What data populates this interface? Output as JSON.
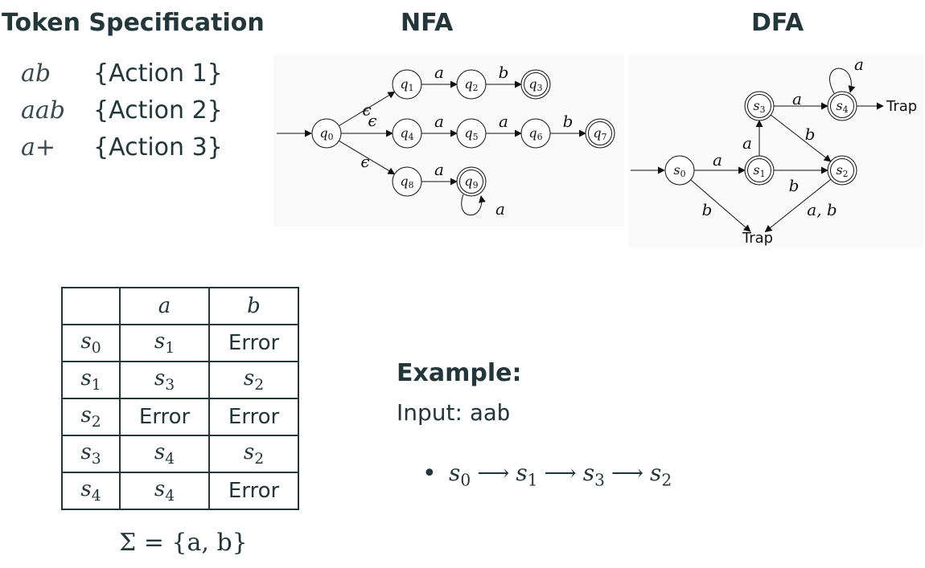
{
  "headings": {
    "token_spec": "Token Specification",
    "nfa": "NFA",
    "dfa": "DFA"
  },
  "token_spec": [
    {
      "pattern": "ab",
      "action": "{Action 1}"
    },
    {
      "pattern": "aab",
      "action": "{Action 2}"
    },
    {
      "pattern": "a+",
      "action": "{Action 3}"
    }
  ],
  "nfa": {
    "states": [
      "q0",
      "q1",
      "q2",
      "q3",
      "q4",
      "q5",
      "q6",
      "q7",
      "q8",
      "q9"
    ],
    "accepting": [
      "q3",
      "q7",
      "q9"
    ],
    "start": "q0",
    "transitions": [
      {
        "from": "q0",
        "to": "q1",
        "label": "ϵ"
      },
      {
        "from": "q0",
        "to": "q4",
        "label": "ϵ"
      },
      {
        "from": "q0",
        "to": "q8",
        "label": "ϵ"
      },
      {
        "from": "q1",
        "to": "q2",
        "label": "a"
      },
      {
        "from": "q2",
        "to": "q3",
        "label": "b"
      },
      {
        "from": "q4",
        "to": "q5",
        "label": "a"
      },
      {
        "from": "q5",
        "to": "q6",
        "label": "a"
      },
      {
        "from": "q6",
        "to": "q7",
        "label": "b"
      },
      {
        "from": "q8",
        "to": "q9",
        "label": "a"
      },
      {
        "from": "q9",
        "to": "q9",
        "label": "a"
      }
    ]
  },
  "dfa": {
    "states": [
      "s0",
      "s1",
      "s2",
      "s3",
      "s4"
    ],
    "accepting": [
      "s1",
      "s2",
      "s3",
      "s4"
    ],
    "start": "s0",
    "trap_label": "Trap",
    "transitions": [
      {
        "from": "s0",
        "to": "s1",
        "label": "a"
      },
      {
        "from": "s0",
        "to": "Trap",
        "label": "b"
      },
      {
        "from": "s1",
        "to": "s3",
        "label": "a"
      },
      {
        "from": "s1",
        "to": "s2",
        "label": "b"
      },
      {
        "from": "s3",
        "to": "s4",
        "label": "a"
      },
      {
        "from": "s3",
        "to": "s2",
        "label": "b"
      },
      {
        "from": "s4",
        "to": "s4",
        "label": "a"
      },
      {
        "from": "s4",
        "to": "Trap",
        "label": ""
      },
      {
        "from": "s2",
        "to": "Trap",
        "label": "a, b"
      }
    ]
  },
  "table": {
    "columns": [
      "",
      "a",
      "b"
    ],
    "rows": [
      {
        "state": "s0",
        "a": "s1",
        "b": "Error"
      },
      {
        "state": "s1",
        "a": "s3",
        "b": "s2"
      },
      {
        "state": "s2",
        "a": "Error",
        "b": "Error"
      },
      {
        "state": "s3",
        "a": "s4",
        "b": "s2"
      },
      {
        "state": "s4",
        "a": "s4",
        "b": "Error"
      }
    ],
    "sigma": "Σ = {a, b}"
  },
  "example": {
    "title": "Example:",
    "input_label": "Input:",
    "input_value": "aab",
    "trace": [
      "s0",
      "s1",
      "s3",
      "s2"
    ]
  }
}
